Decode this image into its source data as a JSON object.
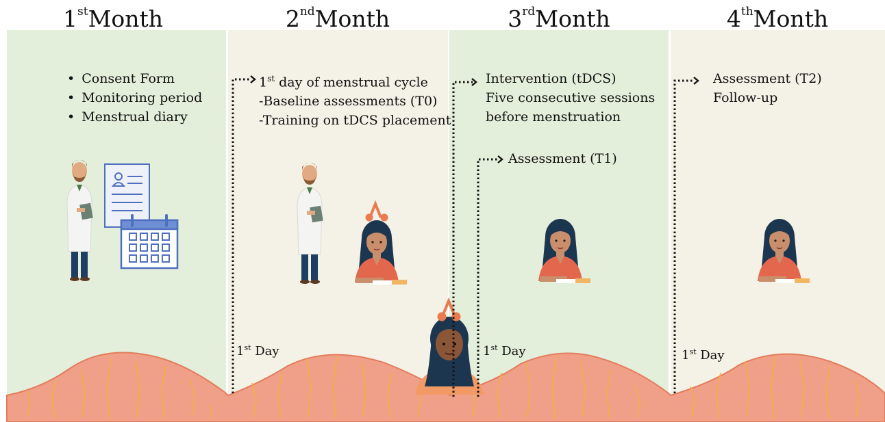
{
  "months": [
    {
      "num": "1",
      "sup": "st",
      "word": "Month"
    },
    {
      "num": "2",
      "sup": "nd",
      "word": "Month"
    },
    {
      "num": "3",
      "sup": "rd",
      "word": "Month"
    },
    {
      "num": "4",
      "sup": "th",
      "word": "Month"
    }
  ],
  "month1": {
    "items": [
      "Consent Form",
      "Monitoring period",
      "Menstrual diary"
    ]
  },
  "month2": {
    "line1_num": "1",
    "line1_sup": "st",
    "line1_rest": " day of menstrual cycle",
    "line2": "-Baseline assessments (T0)",
    "line3": "-Training on tDCS placement"
  },
  "month3": {
    "line1": "Intervention (tDCS)",
    "line2": "Five consecutive sessions",
    "line3": "before menstruation",
    "assessment": "Assessment (T1)"
  },
  "month4": {
    "line1": "Assessment (T2)",
    "line2": "Follow-up"
  },
  "day_label": {
    "num": "1",
    "sup": "st",
    "word": " Day"
  },
  "colors": {
    "green_panel": "#e3eedb",
    "cream_panel": "#f4f1e6",
    "tissue": "#f0a088",
    "tissue_line": "#e37c5c",
    "vessel": "#f2b040"
  }
}
